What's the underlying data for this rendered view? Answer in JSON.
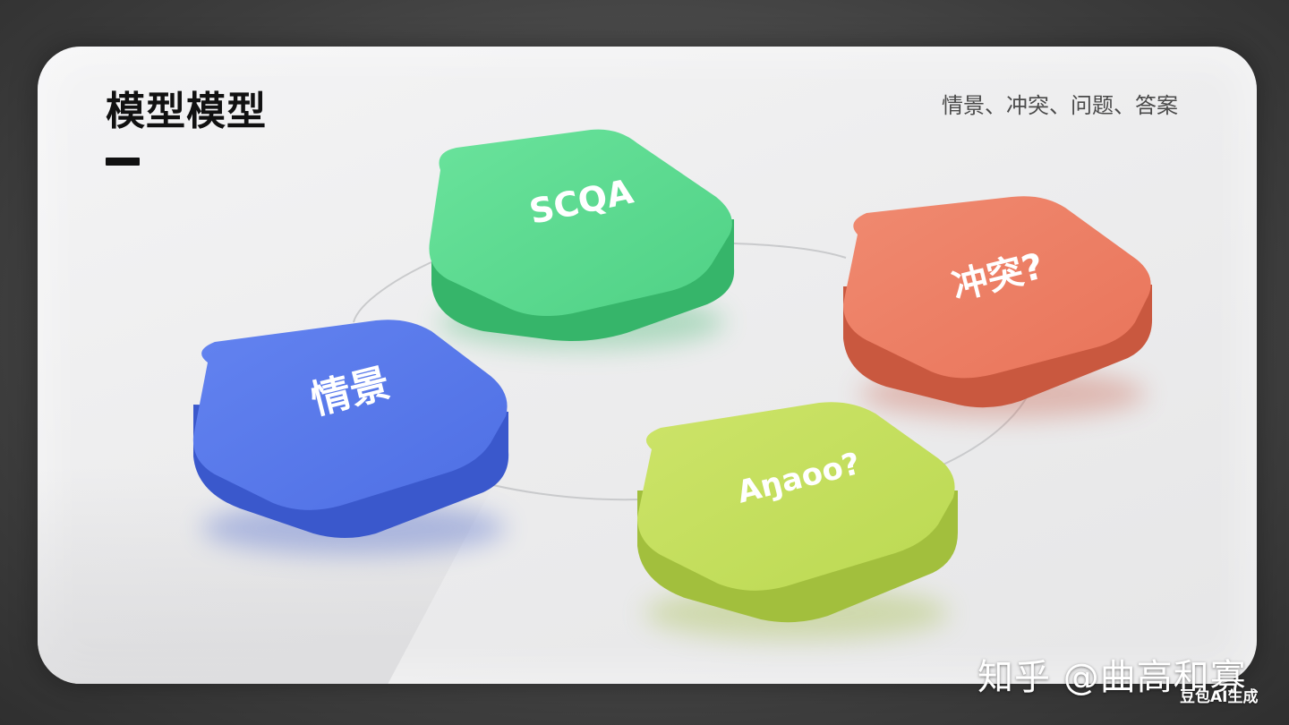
{
  "header": {
    "title": "模型模型",
    "subtitle": "情景、冲突、问题、答案"
  },
  "tiles": {
    "scqa": {
      "label": "SCQA",
      "color": "#52d688"
    },
    "conflict": {
      "label": "冲突?",
      "color": "#ec7c62"
    },
    "situation": {
      "label": "情景",
      "color": "#5576e8"
    },
    "answer": {
      "label": "Aŋaoo?",
      "color": "#c2df5a"
    }
  },
  "watermark": {
    "credit": "知乎 @曲高和寡",
    "ai_label": "豆包AI生成"
  }
}
